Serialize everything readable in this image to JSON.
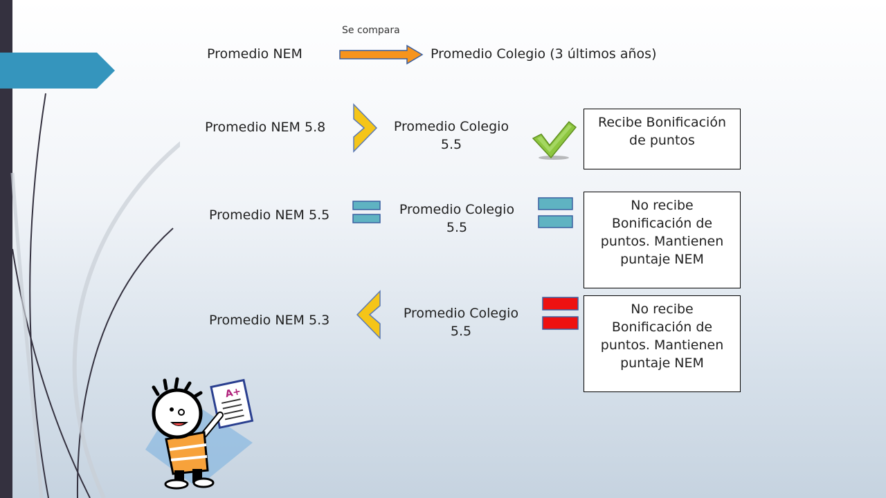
{
  "header": {
    "compare_label": "Se compara",
    "left_label": "Promedio NEM",
    "right_label": "Promedio Colegio (3 últimos años)"
  },
  "rows": [
    {
      "nem_label": "Promedio NEM 5.8",
      "colegio_label_line1": "Promedio Colegio",
      "colegio_label_line2": "5.5",
      "comparison": "greater-than",
      "result_lines": [
        "Recibe Bonificación",
        "de puntos"
      ]
    },
    {
      "nem_label": "Promedio NEM 5.5",
      "colegio_label_line1": "Promedio Colegio",
      "colegio_label_line2": "5.5",
      "comparison": "equals",
      "result_lines": [
        "No recibe",
        "Bonificación de",
        "puntos. Mantienen",
        "puntaje NEM"
      ]
    },
    {
      "nem_label": "Promedio NEM 5.3",
      "colegio_label_line1": "Promedio Colegio",
      "colegio_label_line2": "5.5",
      "comparison": "less-than",
      "result_lines": [
        "No recibe",
        "Bonificación de",
        "puntos. Mantienen",
        "puntaje NEM"
      ]
    }
  ],
  "colors": {
    "sidebar": "#34313f",
    "tab": "#3595bd",
    "arrow_fill": "#f7941d",
    "chevron": "#f5c518",
    "equals_teal": "#5fb3c2",
    "equals_red": "#ee1111",
    "check_green": "#8dc63f"
  },
  "illustration": {
    "grade_badge": "A+"
  }
}
